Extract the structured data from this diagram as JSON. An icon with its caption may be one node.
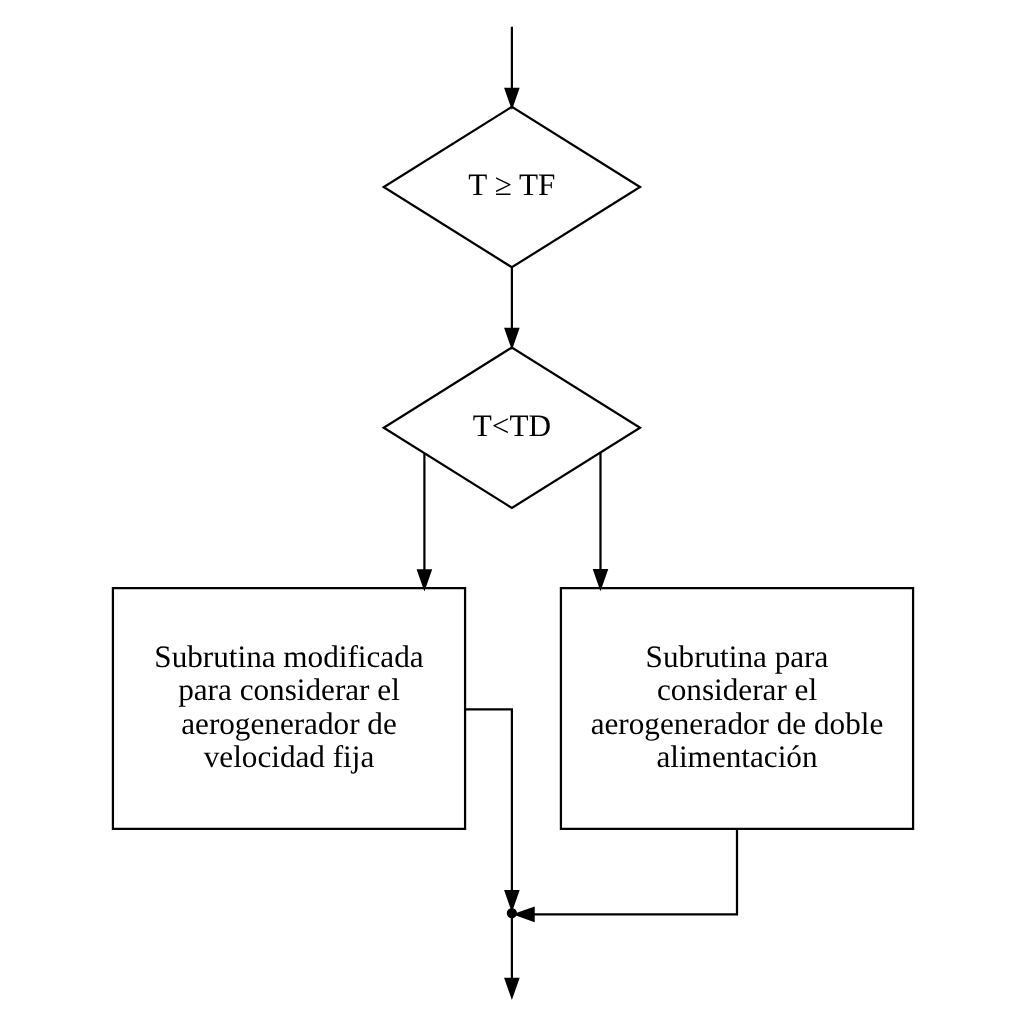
{
  "diagram": {
    "nodes": [
      {
        "text": [
          "T ≥ TF"
        ]
      },
      {
        "text": [
          "T<TD"
        ]
      },
      {
        "text": [
          "Subrutina modificada para considerar el aerogenerador de velocidad fija"
        ]
      },
      {
        "text": [
          "Subrutina para considerar el aerogenerador de doble alimentación"
        ]
      },
      {
        "text": [],
        "shape": "point"
      }
    ],
    "edges": [
      {
        "from": null,
        "to": 0,
        "arrow": "to"
      },
      {
        "from": 0,
        "to": 1,
        "arrow": "to"
      },
      {
        "from": 1,
        "to": 2,
        "arrow": "to"
      },
      {
        "from": 1,
        "to": 3,
        "arrow": "to"
      },
      {
        "from": 2,
        "to": 4,
        "arrow": "to"
      },
      {
        "from": 3,
        "to": 4,
        "arrow": "to"
      },
      {
        "from": 4,
        "to": null,
        "arrow": "to"
      }
    ]
  }
}
